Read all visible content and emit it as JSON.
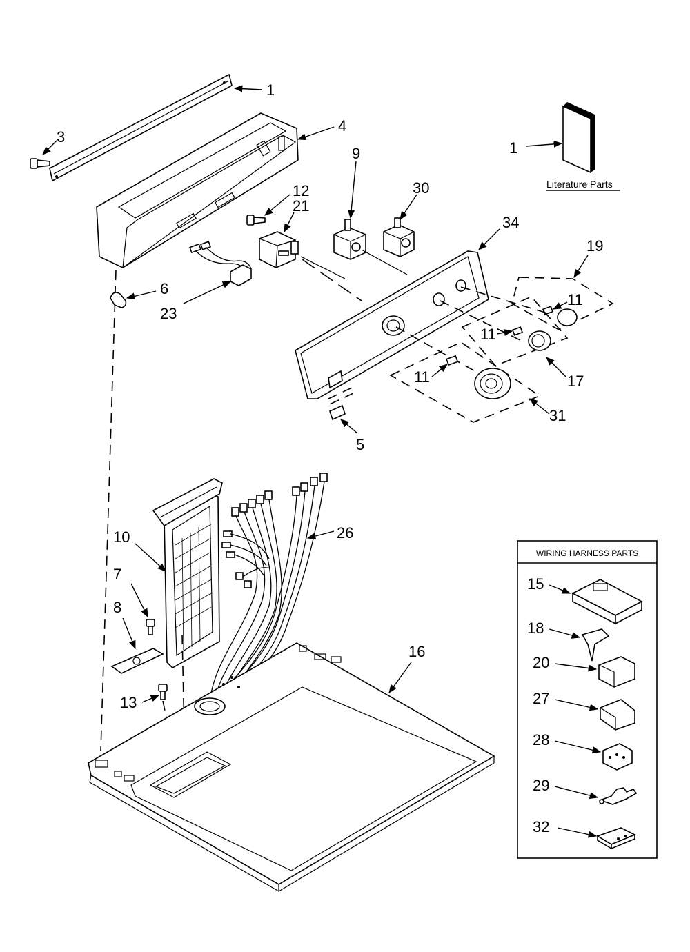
{
  "callouts": {
    "c1_top": "1",
    "c3": "3",
    "c4": "4",
    "c1_lit": "1",
    "c12": "12",
    "c21": "21",
    "c9": "9",
    "c30": "30",
    "c34": "34",
    "c19": "19",
    "c6": "6",
    "c23": "23",
    "c11_a": "11",
    "c11_b": "11",
    "c11_c": "11",
    "c17": "17",
    "c31": "31",
    "c5": "5",
    "c26": "26",
    "c10": "10",
    "c7": "7",
    "c8": "8",
    "c16": "16",
    "c13": "13"
  },
  "literature": {
    "label": "Literature Parts"
  },
  "harness_box": {
    "title": "WIRING HARNESS PARTS",
    "items": [
      "15",
      "18",
      "20",
      "27",
      "28",
      "29",
      "32"
    ]
  }
}
